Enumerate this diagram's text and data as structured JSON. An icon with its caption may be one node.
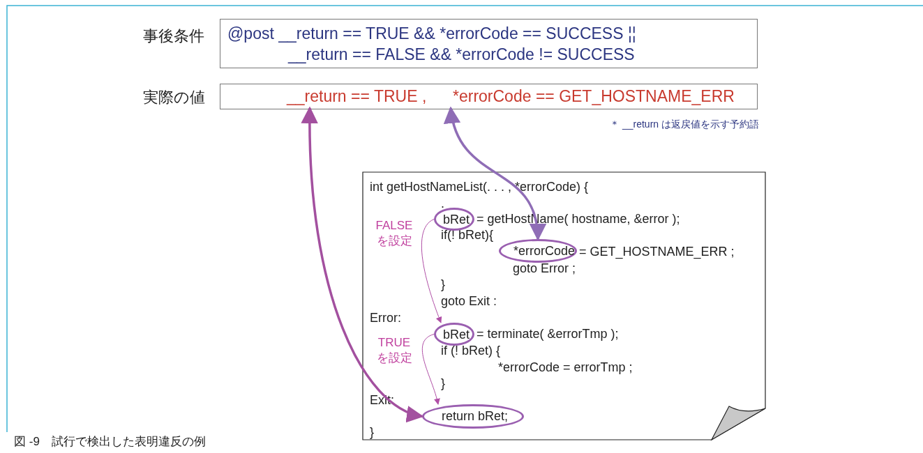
{
  "diagram": {
    "caption": "図 -9　試行で検出した表明違反の例",
    "nodes": [
      {
        "text": [
          "事後条件",
          "@post __return == TRUE && *errorCode == SUCCESS ¦¦ __return == FALSE && *errorCode != SUCCESS"
        ]
      },
      {
        "text": [
          "実際の値"
        ]
      },
      {
        "text": [
          "__return == TRUE ,"
        ],
        "in": 1
      },
      {
        "text": [
          "*errorCode == GET_HOSTNAME_ERR"
        ],
        "in": 1
      },
      {
        "text": [
          "int getHostNameList(. . . , *errorCode) {",
          ".",
          "= getHostName( hostname, &error );",
          "if(! bRet){",
          "= GET_HOSTNAME_ERR ;",
          "goto Error ;",
          "}",
          "goto Exit :",
          "Error:",
          "= terminate( &errorTmp );",
          "if (! bRet) {",
          "*errorCode = errorTmp ;",
          "}",
          "Exit:",
          "}"
        ]
      },
      {
        "text": [
          "bRet"
        ],
        "in": 4
      },
      {
        "text": [
          "*errorCode"
        ],
        "in": 4
      },
      {
        "text": [
          "bRet"
        ],
        "in": 4
      },
      {
        "text": [
          "return bRet;"
        ],
        "in": 4
      }
    ],
    "edges": [
      {
        "from": 8,
        "to": 2,
        "arrow": "both",
        "style": "thick",
        "color": "#a3509f"
      },
      {
        "from": 6,
        "to": 3,
        "arrow": "both",
        "style": "thick",
        "color": "#8f6db6"
      },
      {
        "from": 5,
        "to": 7,
        "arrow": "to",
        "label": "FALSE を設定"
      },
      {
        "from": 7,
        "to": 8,
        "arrow": "to",
        "label": "TRUE を設定"
      }
    ],
    "labels": [
      "＊ __return は返戻値を示す予約語"
    ]
  }
}
